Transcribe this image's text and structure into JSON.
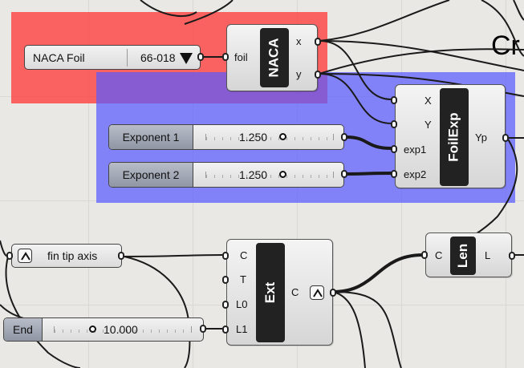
{
  "canvas": {
    "title_partial": "Cr"
  },
  "naca_dropdown": {
    "label": "NACA Foil",
    "value": "66-018"
  },
  "naca_component": {
    "name": "NACA",
    "input": "foil",
    "outputs": [
      "x",
      "y"
    ]
  },
  "foilexp_component": {
    "name": "FoilExp",
    "inputs": [
      "X",
      "Y",
      "exp1",
      "exp2"
    ],
    "output": "Yp"
  },
  "slider_exp1": {
    "label": "Exponent 1",
    "value": "1.250"
  },
  "slider_exp2": {
    "label": "Exponent 2",
    "value": "1.250"
  },
  "fin_param": {
    "label": "fin tip axis"
  },
  "ext_component": {
    "name": "Ext",
    "inputs": [
      "C",
      "T",
      "L0",
      "L1"
    ],
    "output": "C"
  },
  "len_component": {
    "name": "Len",
    "input": "C",
    "output": "L"
  },
  "slider_end": {
    "label": "End",
    "value": "10.000"
  },
  "colors": {
    "group_red": "#ff3c3c",
    "group_blue": "#5a5aff",
    "canvas": "#e9e8e4",
    "component_panel": "#222222"
  }
}
